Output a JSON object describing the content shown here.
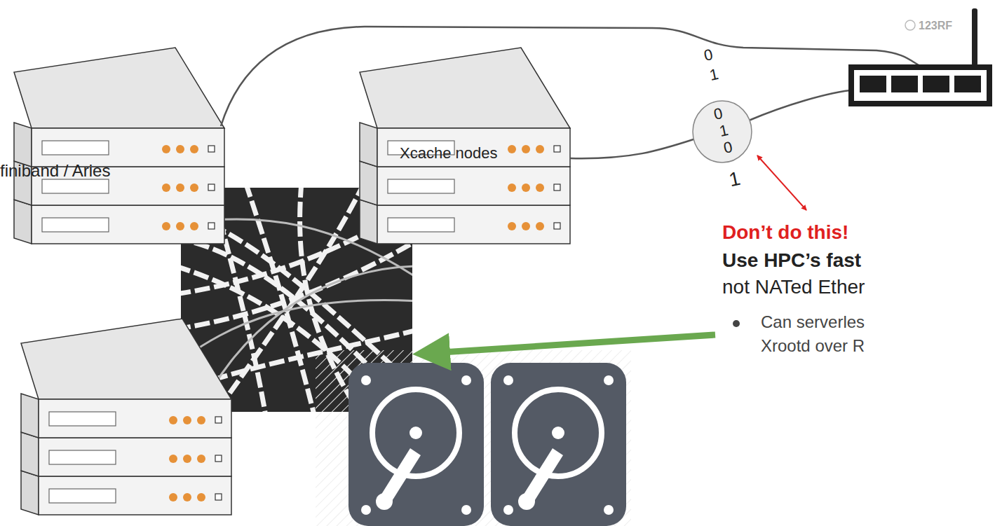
{
  "diagram": {
    "nodes": [
      {
        "text": [
          "Xcache nodes"
        ]
      }
    ],
    "labels": [
      "finiband / Aries",
      "0",
      "1",
      "0",
      "1",
      "0",
      "1",
      "123RF",
      "Don’t do this!",
      "Use HPC’s fast",
      "not NATed Ether",
      "Can serverles",
      "Xrootd over R"
    ]
  }
}
